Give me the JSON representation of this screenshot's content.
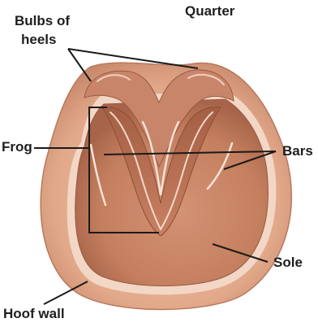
{
  "labels": {
    "bulbs_line1": "Bulbs of",
    "bulbs_line2": "heels",
    "quarter": "Quarter",
    "frog": "Frog",
    "bars": "Bars",
    "sole": "Sole",
    "hoof_wall": "Hoof wall"
  },
  "colors": {
    "hoof_wall": "#e2a88a",
    "sole": "#c47f5e",
    "frog": "#b86f50",
    "highlight": "#f6e2d6",
    "line": "#1a1a1a"
  }
}
